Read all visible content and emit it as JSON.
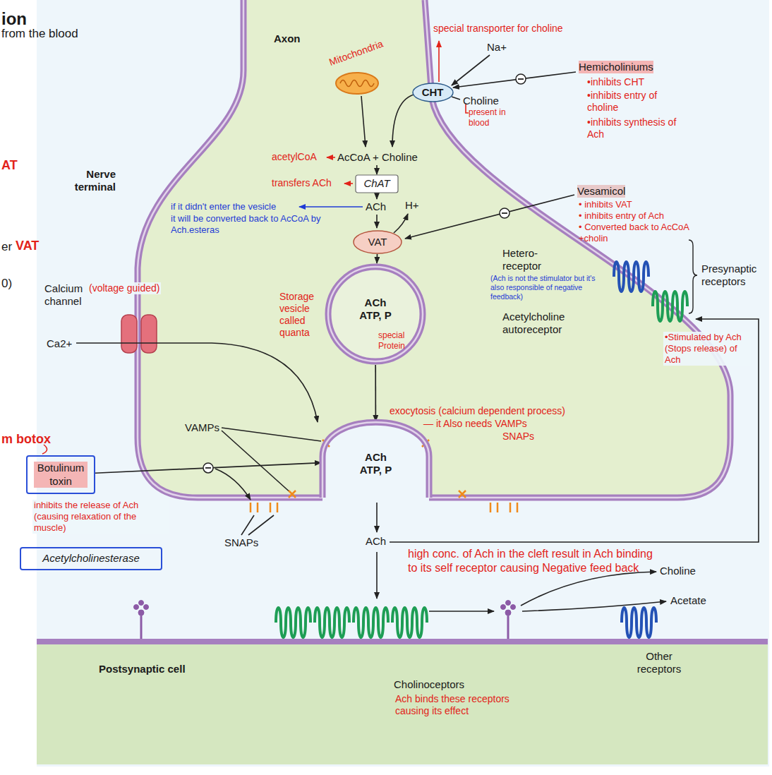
{
  "diagram": {
    "nodes": [
      {
        "text": [
          "CHT"
        ]
      },
      {
        "text": [
          "ChAT"
        ]
      },
      {
        "text": [
          "VAT"
        ]
      },
      {
        "text": [
          "ACh ATP, P"
        ]
      },
      {
        "text": [
          "ACh ATP, P"
        ]
      },
      {
        "text": [
          "Botulinum toxin"
        ]
      },
      {
        "text": [
          "Acetylcholinesterase"
        ]
      },
      {
        "text": [
          "Postsynaptic cell",
          "Cholinoceptors",
          "Other receptors"
        ]
      }
    ],
    "edges": [
      {
        "from": 2,
        "to": 3,
        "arrow": "to"
      },
      {
        "from": 3,
        "to": 4,
        "arrow": "to"
      },
      {
        "from": 5,
        "to": 4,
        "arrow": "to"
      }
    ],
    "labels": [
      "ion",
      "from the blood",
      "Axon",
      "special transporter for choline",
      "Na+",
      "Mitochondria",
      "Hemicholiniums",
      "•inhibits CHT",
      "•inhibits entry of choline",
      "•inhibits synthesis of Ach",
      "Choline",
      "present in blood",
      "acetylCoA",
      "AcCoA + Choline",
      "AT",
      "transfers ACh",
      "Nerve terminal",
      "if it didn't enter the vesicle",
      "ACh",
      "H+",
      "it will be converted back to AcCoA by Ach.esteras",
      "Vesamicol",
      "• inhibits VAT",
      "• inhibits entry of Ach",
      "• Converted back to AcCoA +cholin",
      "er",
      "VAT",
      "Hetero- receptor",
      "(Ach is not the stimulator but it's also responsible of negative feedback)",
      "Presynaptic receptors",
      "0)",
      "Calcium channel",
      "(voltage guided)",
      "Storage vesicle called quanta",
      "special Protein",
      "Acetylcholine autoreceptor",
      "•Stimulated by Ach (Stops release) of Ach",
      "Ca2+",
      "exocytosis (calcium dependent process)",
      "— it Also needs VAMPs",
      "SNAPs",
      "VAMPs",
      "m botox",
      "inhibits the release of Ach (causing relaxation of the muscle)",
      "SNAPs",
      "ACh",
      "high conc. of Ach in the cleft result in Ach binding to its self receptor causing Negative feed back",
      "Choline",
      "Acetate",
      "Ach binds these receptors causing its effect"
    ]
  }
}
